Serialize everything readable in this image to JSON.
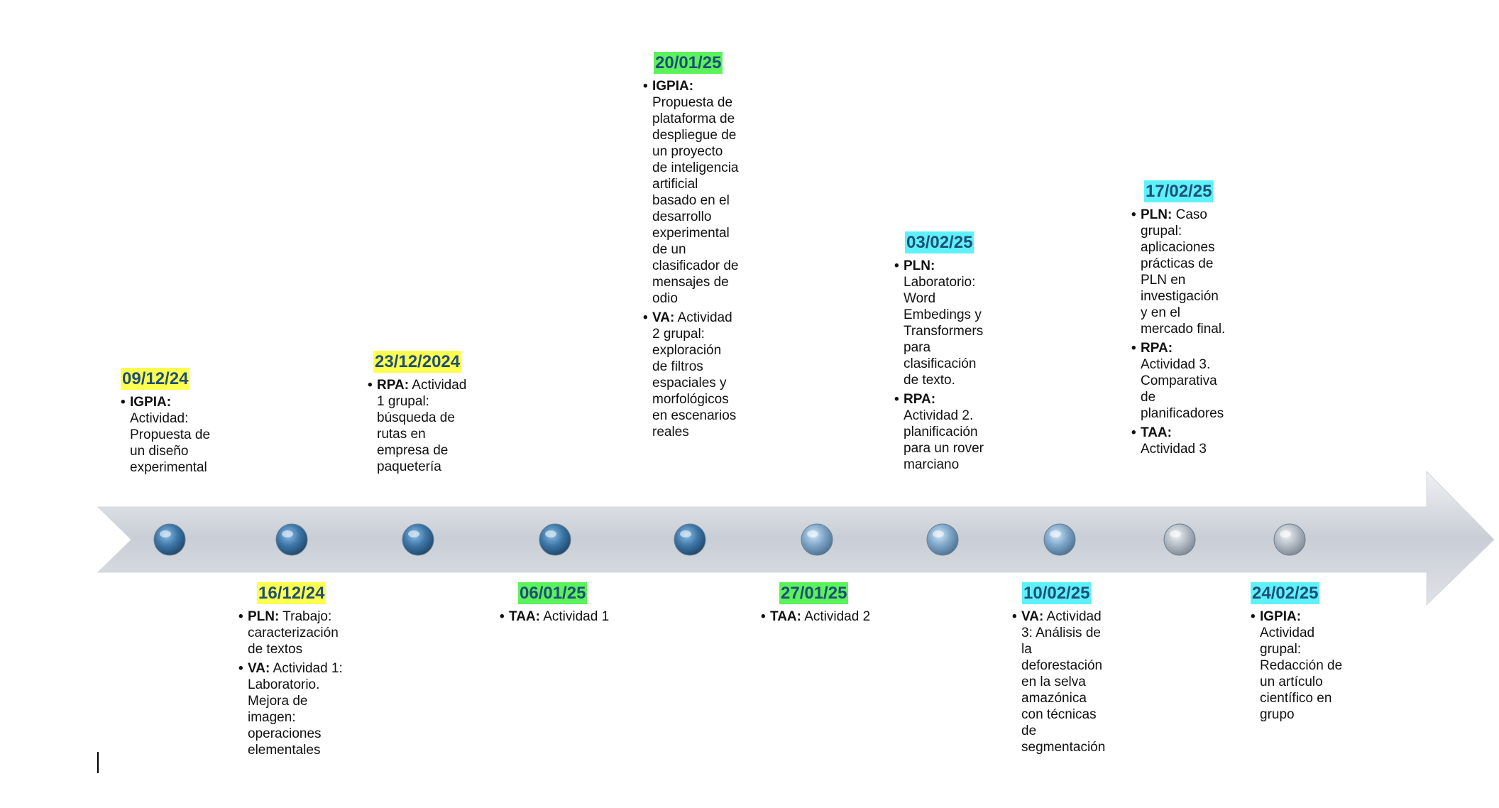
{
  "colors": {
    "yellow": "#ffff4f",
    "green": "#5cf25c",
    "cyan": "#5ef2f8",
    "date_text": "#1f4e79"
  },
  "events": [
    {
      "date": "09/12/24",
      "color": "yellow",
      "items": [
        {
          "subject": "IGPIA:",
          "text": "Actividad: Propuesta de un diseño experimental"
        }
      ]
    },
    {
      "date": "16/12/24",
      "color": "yellow",
      "items": [
        {
          "subject": "PLN:",
          "text": "Trabajo: caracterización de textos"
        },
        {
          "subject": "VA:",
          "text": "Actividad 1: Laboratorio. Mejora de imagen: operaciones elementales"
        }
      ]
    },
    {
      "date": "23/12/2024",
      "color": "yellow",
      "items": [
        {
          "subject": "RPA:",
          "text": "Actividad 1 grupal: búsqueda de rutas en empresa de paquetería"
        }
      ]
    },
    {
      "date": "06/01/25",
      "color": "green",
      "items": [
        {
          "subject": "TAA:",
          "text": "Actividad 1"
        }
      ]
    },
    {
      "date": "20/01/25",
      "color": "green",
      "items": [
        {
          "subject": "IGPIA:",
          "text": "Propuesta de plataforma de despliegue de un proyecto de inteligencia artificial basado en el desarrollo experimental de un clasificador de mensajes de odio"
        },
        {
          "subject": "VA:",
          "text": "Actividad 2 grupal: exploración de filtros espaciales y morfológicos en escenarios reales"
        }
      ]
    },
    {
      "date": "27/01/25",
      "color": "green",
      "items": [
        {
          "subject": "TAA:",
          "text": "Actividad 2"
        }
      ]
    },
    {
      "date": "03/02/25",
      "color": "cyan",
      "items": [
        {
          "subject": "PLN:",
          "text": "Laboratorio: Word Embedings y Transformers para clasificación de texto."
        },
        {
          "subject": "RPA:",
          "text": "Actividad 2. planificación para un rover marciano"
        }
      ]
    },
    {
      "date": "10/02/25",
      "color": "cyan",
      "items": [
        {
          "subject": "VA:",
          "text": "Actividad 3: Análisis de la deforestación en la selva amazónica con técnicas de segmentación"
        }
      ]
    },
    {
      "date": "17/02/25",
      "color": "cyan",
      "items": [
        {
          "subject": "PLN:",
          "text": "Caso grupal: aplicaciones prácticas de PLN en investigación y en el mercado final."
        },
        {
          "subject": "RPA:",
          "text": "Actividad 3. Comparativa de planificadores"
        },
        {
          "subject": "TAA:",
          "text": "Actividad 3"
        }
      ]
    },
    {
      "date": "24/02/25",
      "color": "cyan",
      "items": [
        {
          "subject": "IGPIA:",
          "text": "Actividad grupal: Redacción de un artículo científico en grupo"
        }
      ]
    }
  ]
}
